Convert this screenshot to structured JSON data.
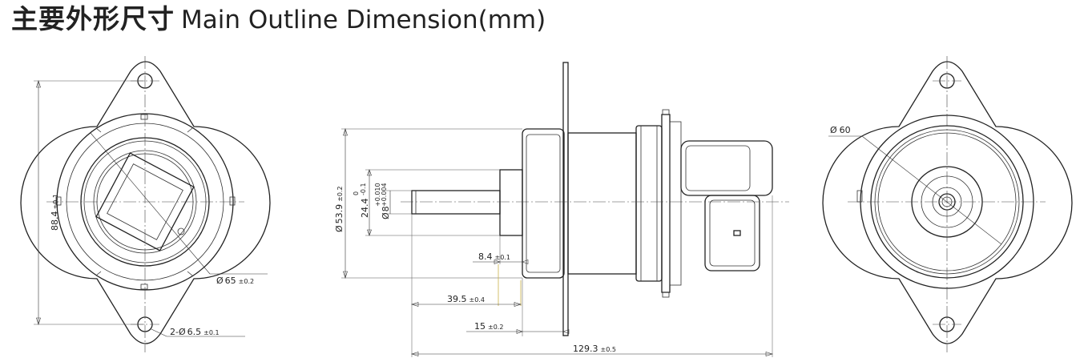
{
  "title": {
    "zh": "主要外形尺寸",
    "en": "Main Outline Dimension(mm)"
  },
  "dimensions": {
    "height_88_4": {
      "value": "88.4",
      "tol": "±0.1"
    },
    "dia_65": {
      "symbol": "Ø",
      "value": "65",
      "tol": "±0.2"
    },
    "holes_6_5": {
      "prefix": "2-",
      "symbol": "Ø",
      "value": "6.5",
      "tol": "±0.1"
    },
    "dia_53_9": {
      "symbol": "Ø",
      "value": "53.9",
      "tol": "±0.2"
    },
    "len_24_4": {
      "value": "24.4",
      "tol_upper": "0",
      "tol_lower": "-0.1"
    },
    "dia_8": {
      "symbol": "Ø",
      "value": "8",
      "tol_upper": "+0.010",
      "tol_lower": "+0.004"
    },
    "len_8_4": {
      "value": "8.4",
      "tol": "±0.1"
    },
    "len_39_5": {
      "value": "39.5",
      "tol": "±0.4"
    },
    "len_15": {
      "value": "15",
      "tol": "±0.2"
    },
    "len_129_3": {
      "value": "129.3",
      "tol": "±0.5"
    },
    "dia_60": {
      "symbol": "Ø",
      "value": "60"
    }
  },
  "colors": {
    "line": "#222222",
    "highlight": "#c9b24a",
    "background": "#ffffff"
  }
}
